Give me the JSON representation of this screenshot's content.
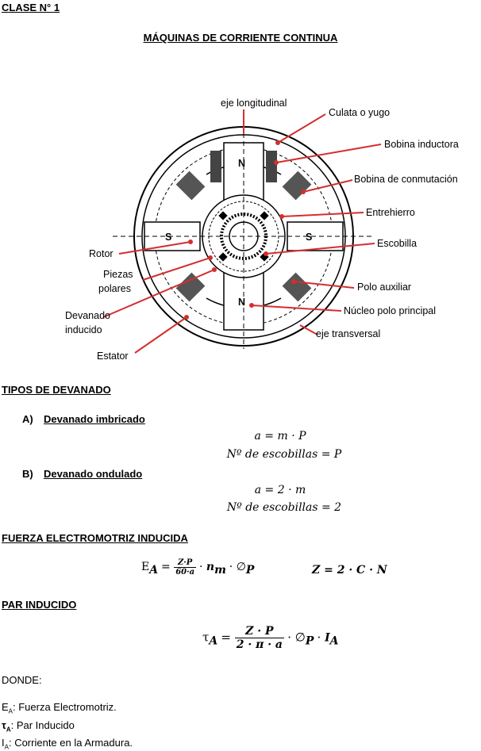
{
  "header": {
    "clase": "CLASE N°  1",
    "title": "MÁQUINAS DE CORRIENTE CONTINUA"
  },
  "diagram": {
    "labels": {
      "eje_longitudinal": "eje longitudinal",
      "culata": "Culata o yugo",
      "bobina_inductora": "Bobina inductora",
      "bobina_conmutacion": "Bobina de conmutación",
      "entrehierro": "Entrehierro",
      "escobilla": "Escobilla",
      "rotor": "Rotor",
      "piezas": "Piezas",
      "polares": "polares",
      "polo_auxiliar": "Polo auxiliar",
      "devanado": "Devanado",
      "inducido": "inducido",
      "nucleo": "Núcleo polo principal",
      "eje_transversal": "eje transversal",
      "estator": "Estator",
      "n_top": "N",
      "n_bottom": "N",
      "s_left": "S",
      "s_right": "S"
    },
    "accent": "#d32f2f"
  },
  "devanado": {
    "heading": "TIPOS DE DEVANADO",
    "a_marker": "A)",
    "a_label": "Devanado imbricado",
    "a_eq1": "a = m · P",
    "a_eq2": "Nº de escobillas = P",
    "b_marker": "B)",
    "b_label": "Devanado ondulado",
    "b_eq1": "a = 2 · m",
    "b_eq2": "Nº de escobillas = 2"
  },
  "fem": {
    "heading": "FUERZA ELECTROMOTRIZ  INDUCIDA",
    "lhs": "E",
    "lhs_sub": "A",
    "num": "Z·P",
    "den": "60·a",
    "rest": "n",
    "rest_sub": "m",
    "phi": "∅",
    "phi_sub": "P",
    "eq2": "Z = 2 · C · N"
  },
  "par": {
    "heading": "PAR INDUCIDO",
    "lhs": "τ",
    "lhs_sub": "A",
    "num": "Z · P",
    "den": "2 · π · a",
    "phi": "∅",
    "phi_sub": "P",
    "i": "I",
    "i_sub": "A"
  },
  "donde": {
    "heading": "DONDE:",
    "items": [
      {
        "sym": "E",
        "sub": "A",
        "text": ": Fuerza Electromotriz."
      },
      {
        "sym": "τ",
        "sub": "A",
        "text": ": Par Inducido"
      },
      {
        "sym": "I",
        "sub": "A",
        "text": ": Corriente en la Armadura."
      }
    ]
  }
}
